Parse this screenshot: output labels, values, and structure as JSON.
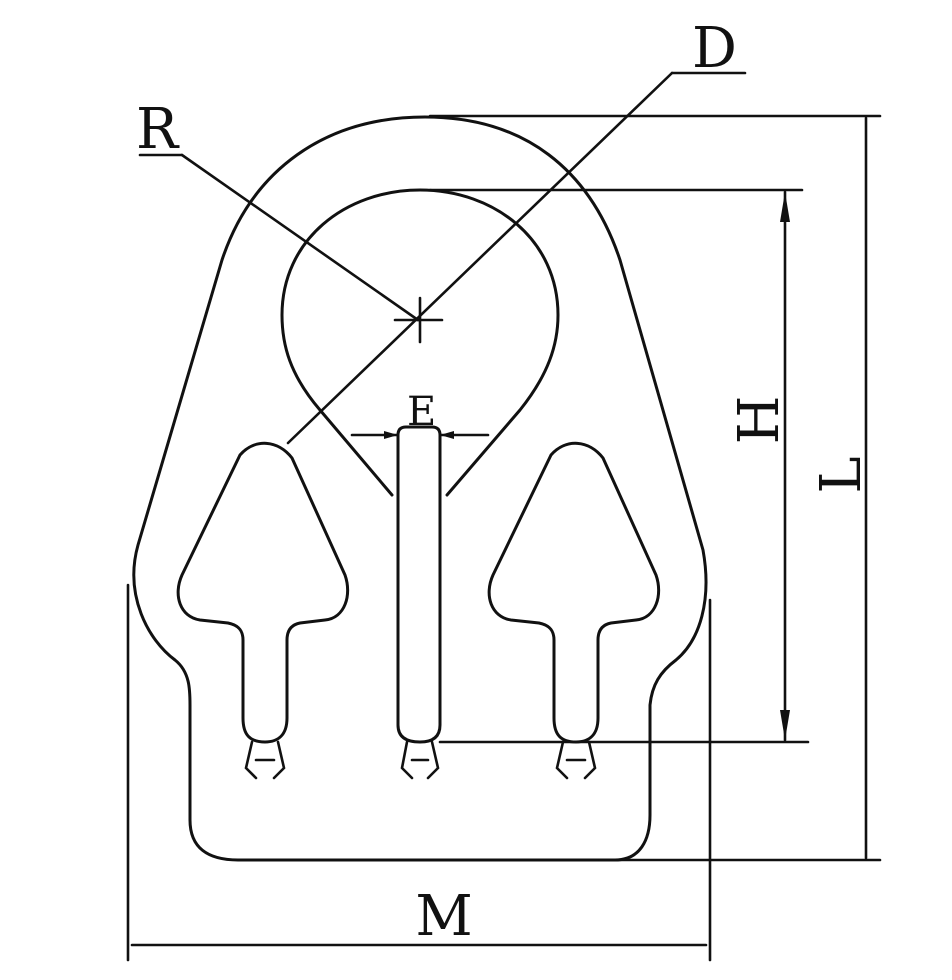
{
  "labels": {
    "R": "R",
    "D": "D",
    "E": "E",
    "H": "H",
    "L": "L",
    "M": "M"
  },
  "colors": {
    "line": "#111111",
    "background": "#ffffff"
  }
}
